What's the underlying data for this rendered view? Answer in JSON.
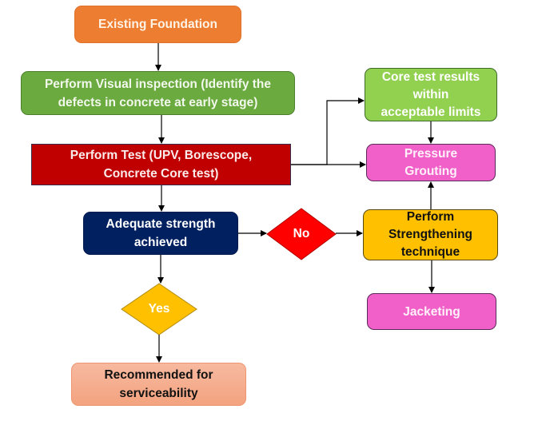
{
  "diagram": {
    "type": "flowchart",
    "colors": {
      "existing_foundation": "#ED7D31",
      "visual_inspection": "#6AAA3F",
      "perform_test": "#C00000",
      "adequate_strength": "#002060",
      "core_test_results": "#92D050",
      "pressure_grouting": "#F060C8",
      "strengthening": "#FFC000",
      "jacketing": "#F060C8",
      "recommended": "#F4A886",
      "decision_no": "#FF0000",
      "decision_yes": "#FFC000",
      "connector": "#000000"
    },
    "nodes": {
      "existing": {
        "lines": [
          "Existing Foundation"
        ]
      },
      "visual": {
        "lines": [
          "Perform Visual inspection (Identify the",
          "defects in concrete at early stage)"
        ]
      },
      "test": {
        "lines": [
          "Perform Test (UPV, Borescope,",
          "Concrete Core test)"
        ]
      },
      "adequate": {
        "lines": [
          "Adequate strength",
          "achieved"
        ]
      },
      "no": {
        "label": "No"
      },
      "yes": {
        "label": "Yes"
      },
      "core": {
        "lines": [
          "Core test results",
          "within",
          "acceptable limits"
        ]
      },
      "grout": {
        "lines": [
          "Pressure",
          "Grouting"
        ]
      },
      "strength": {
        "lines": [
          "Perform",
          "Strengthening",
          "technique"
        ]
      },
      "jacket": {
        "lines": [
          "Jacketing"
        ]
      },
      "recommend": {
        "lines": [
          "Recommended for",
          "serviceability"
        ]
      }
    },
    "edges": [
      {
        "from": "existing",
        "to": "visual"
      },
      {
        "from": "visual",
        "to": "test"
      },
      {
        "from": "test",
        "to": "core"
      },
      {
        "from": "test",
        "to": "grout"
      },
      {
        "from": "test",
        "to": "adequate"
      },
      {
        "from": "core",
        "to": "grout"
      },
      {
        "from": "adequate",
        "to": "no"
      },
      {
        "from": "no",
        "to": "strength"
      },
      {
        "from": "strength",
        "to": "grout"
      },
      {
        "from": "strength",
        "to": "jacket"
      },
      {
        "from": "adequate",
        "to": "yes"
      },
      {
        "from": "yes",
        "to": "recommend"
      }
    ]
  }
}
